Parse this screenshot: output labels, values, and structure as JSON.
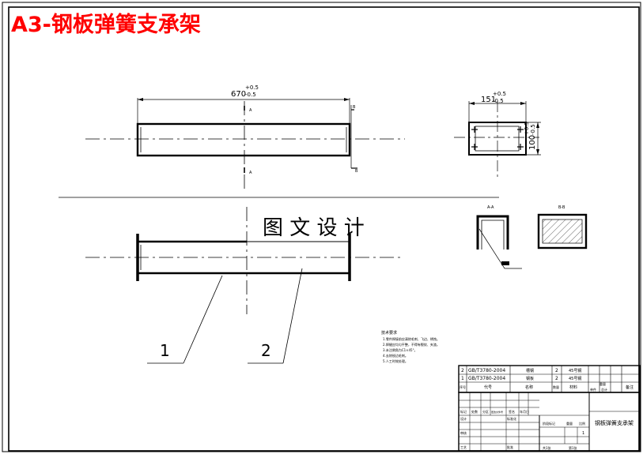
{
  "sheet_title": "A3-钢板弹簧支承架",
  "watermark": "图 文 设 计",
  "front_view": {
    "length_dim": "670",
    "length_tol_upper": "+0.5",
    "length_tol_lower": "-0.5",
    "section_mark_top": "A",
    "section_mark_bottom": "A",
    "section_mark_right": "B"
  },
  "end_view": {
    "width_dim": "151",
    "width_tol_upper": "+0.5",
    "width_tol_lower": "-0.5",
    "height_dim": "100",
    "height_tol_upper": "+0.5",
    "height_tol_lower": "-0.5"
  },
  "section_a_label": "A-A",
  "section_b_label": "B-B",
  "balloons": [
    "1",
    "2"
  ],
  "notes": {
    "heading": "技术要求",
    "lines": [
      "1.零件焊接前应清除毛刺、飞边、锈蚀。",
      "2.焊缝应均匀平整，不得有裂纹、夹渣。",
      "3.未注倒角为C1×45°。",
      "4.去除锐边毛刺。",
      "5.人工时效处理。"
    ]
  },
  "bom": {
    "rows": [
      {
        "no": "2",
        "code": "GB/T3780-2004",
        "name": "槽钢",
        "qty": "2",
        "material": "45号钢",
        "note": ""
      },
      {
        "no": "1",
        "code": "GB/T3780-2004",
        "name": "钢板",
        "qty": "2",
        "material": "45号钢",
        "note": ""
      }
    ],
    "headers": [
      "序号",
      "代号",
      "名称",
      "数量",
      "材料",
      "单件",
      "总计",
      "备注"
    ],
    "weight_label": "重量"
  },
  "title_block": {
    "drawing_name": "钢板弹簧支承架",
    "row_labels": [
      "标记",
      "处数",
      "分区",
      "更改文件号",
      "签名",
      "年月日"
    ],
    "design": "设计",
    "standardize": "标准化",
    "review": "审核",
    "process": "工艺",
    "approve": "批准",
    "stage_mark": "阶段标记",
    "weight": "重量",
    "scale": "比例",
    "scale_value": "1",
    "sheet_total": "共1张",
    "sheet_no": "第1张"
  }
}
